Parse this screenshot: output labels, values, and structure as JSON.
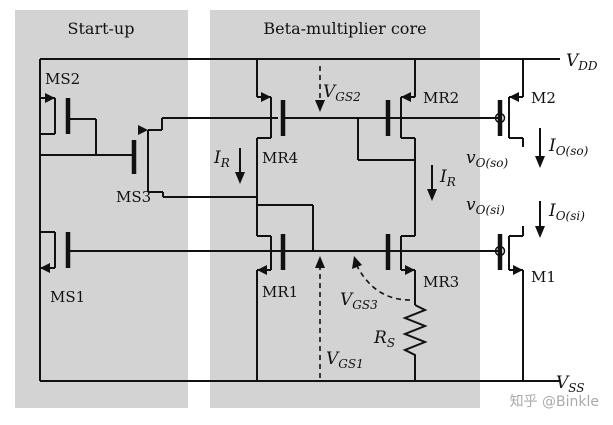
{
  "sections": {
    "startup_title": "Start-up",
    "core_title": "Beta-multiplier core"
  },
  "rails": {
    "vdd": {
      "main": "V",
      "sub": "DD"
    },
    "vss": {
      "main": "V",
      "sub": "SS"
    }
  },
  "transistors": {
    "ms2": "MS2",
    "ms3": "MS3",
    "ms1": "MS1",
    "mr4": "MR4",
    "mr2": "MR2",
    "mr1": "MR1",
    "mr3": "MR3",
    "m2": "M2",
    "m1": "M1"
  },
  "signals": {
    "vgs2": {
      "main": "V",
      "sub": "GS2"
    },
    "vgs3": {
      "main": "V",
      "sub": "GS3"
    },
    "vgs1": {
      "main": "V",
      "sub": "GS1"
    },
    "ir_left": {
      "main": "I",
      "sub": "R"
    },
    "ir_right": {
      "main": "I",
      "sub": "R"
    },
    "io_so": {
      "main": "I",
      "sub": "O(so)"
    },
    "io_si": {
      "main": "I",
      "sub": "O(si)"
    },
    "vo_so": {
      "main": "v",
      "sub": "O(so)"
    },
    "vo_si": {
      "main": "v",
      "sub": "O(si)"
    },
    "rs": {
      "main": "R",
      "sub": "S"
    }
  },
  "watermark": "知乎 @Binkle",
  "colors": {
    "panel": "#d3d3d3",
    "wire": "#111111"
  }
}
